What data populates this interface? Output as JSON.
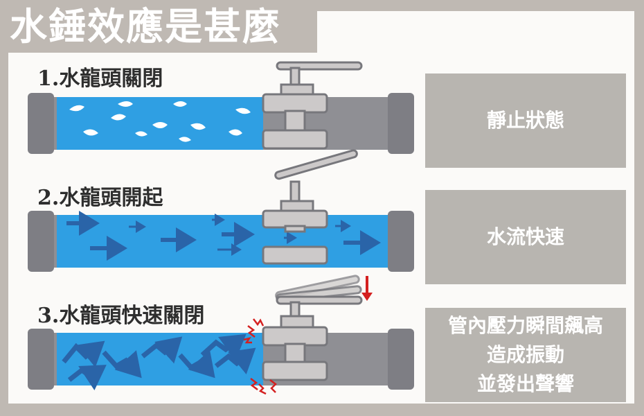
{
  "title": "水錘效應是甚麼",
  "steps": [
    {
      "label": "1.水龍頭關閉",
      "state": "靜止狀態"
    },
    {
      "label": "2.水龍頭開起",
      "state": "水流快速"
    },
    {
      "label": "3.水龍頭快速關閉",
      "state_lines": [
        "管內壓力瞬間飆高",
        "造成振動",
        "並發出聲響"
      ]
    }
  ],
  "colors": {
    "frame": "#bfb9b3",
    "water": "#2f9fe3",
    "pipe": "#8f8f94",
    "valve": "#ccc9c9",
    "state_box": "#b8b5b0",
    "arrow": "#2a64a8",
    "warning": "#d42020"
  },
  "icons": [
    "valve-handle-icon",
    "flow-arrow-icon",
    "zigzag-arrow-icon",
    "down-arrow-icon",
    "noise-burst-icon"
  ]
}
